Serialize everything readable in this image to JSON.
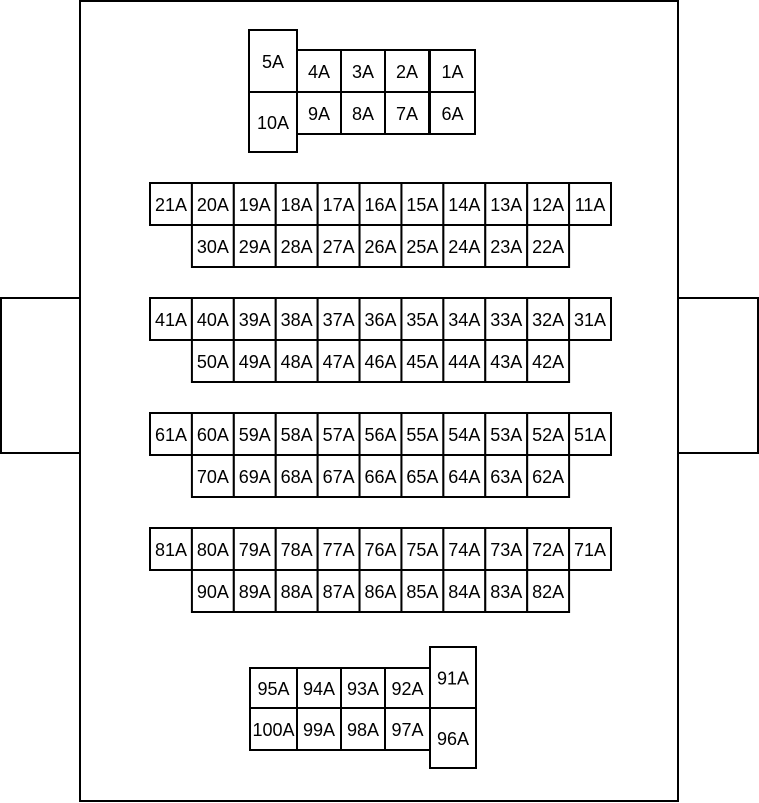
{
  "connector": {
    "top_block": {
      "big_top": "5A",
      "big_bottom": "10A",
      "upper_row": [
        "4A",
        "3A",
        "2A",
        "1A"
      ],
      "lower_row": [
        "9A",
        "8A",
        "7A",
        "6A"
      ]
    },
    "rows": [
      {
        "upper": [
          "21A",
          "20A",
          "19A",
          "18A",
          "17A",
          "16A",
          "15A",
          "14A",
          "13A",
          "12A",
          "11A"
        ],
        "lower": [
          "30A",
          "29A",
          "28A",
          "27A",
          "26A",
          "25A",
          "24A",
          "23A",
          "22A"
        ]
      },
      {
        "upper": [
          "41A",
          "40A",
          "39A",
          "38A",
          "37A",
          "36A",
          "35A",
          "34A",
          "33A",
          "32A",
          "31A"
        ],
        "lower": [
          "50A",
          "49A",
          "48A",
          "47A",
          "46A",
          "45A",
          "44A",
          "43A",
          "42A"
        ]
      },
      {
        "upper": [
          "61A",
          "60A",
          "59A",
          "58A",
          "57A",
          "56A",
          "55A",
          "54A",
          "53A",
          "52A",
          "51A"
        ],
        "lower": [
          "70A",
          "69A",
          "68A",
          "67A",
          "66A",
          "65A",
          "64A",
          "63A",
          "62A"
        ]
      },
      {
        "upper": [
          "81A",
          "80A",
          "79A",
          "78A",
          "77A",
          "76A",
          "75A",
          "74A",
          "73A",
          "72A",
          "71A"
        ],
        "lower": [
          "90A",
          "89A",
          "88A",
          "87A",
          "86A",
          "85A",
          "84A",
          "83A",
          "82A"
        ]
      }
    ],
    "bottom_block": {
      "upper_row": [
        "95A",
        "94A",
        "93A",
        "92A"
      ],
      "lower_row": [
        "100A",
        "99A",
        "98A",
        "97A"
      ],
      "big_top": "91A",
      "big_bottom": "96A"
    }
  }
}
